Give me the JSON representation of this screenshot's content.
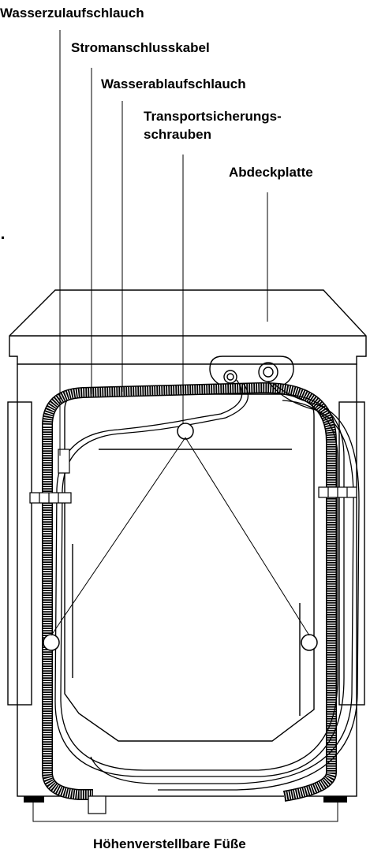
{
  "labels": {
    "water_inlet_hose": "Wasserzulaufschlauch",
    "power_cable": "Stromanschlusskabel",
    "drain_hose": "Wasserablaufschlauch",
    "transport_bolts_line1": "Transportsicherungs-",
    "transport_bolts_line2": "schrauben",
    "cover_plate": "Abdeckplatte",
    "adjustable_feet": "Höhenverstellbare Füße"
  }
}
